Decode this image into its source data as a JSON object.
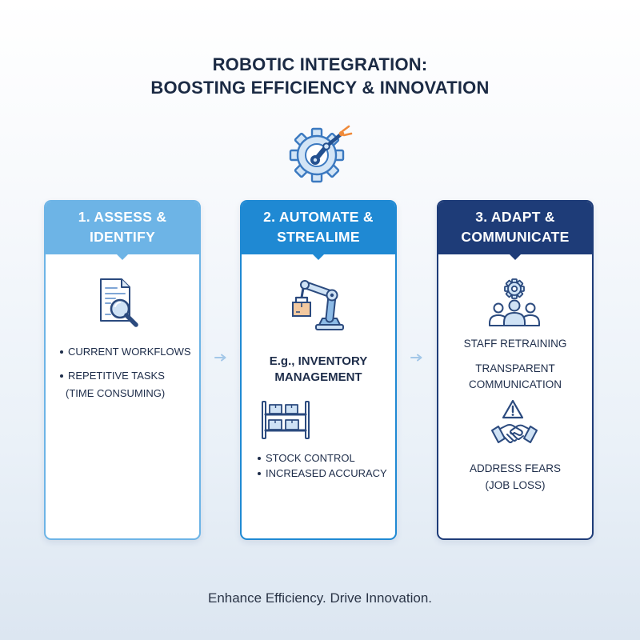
{
  "title": {
    "line1": "ROBOTIC INTEGRATION:",
    "line2": "BOOSTING EFFICIENCY & INNOVATION"
  },
  "hero": {
    "icon": "gear-robot-arm-icon"
  },
  "colors": {
    "title_text": "#1b2a44",
    "body_text": "#1e2d4a",
    "footer_text": "#2a3446",
    "step1": "#6db4e6",
    "step2": "#1f89d3",
    "step3": "#1e3c78",
    "accent_orange": "#ef8a3a",
    "arrow": "#a3c7e8"
  },
  "steps": [
    {
      "header": [
        "1. ASSESS &",
        "IDENTIFY"
      ],
      "icon": "document-magnifier-icon",
      "bullets": [
        {
          "text": "CURRENT WORKFLOWS"
        },
        {
          "text": "REPETITIVE TASKS",
          "continuation": "(TIME CONSUMING)"
        }
      ]
    },
    {
      "header": [
        "2. AUTOMATE &",
        "STREALIME"
      ],
      "icon": "robot-arm-icon",
      "example": [
        "E.g., INVENTORY",
        "MANAGEMENT"
      ],
      "secondary_icon": "warehouse-shelves-icon",
      "bullets": [
        {
          "text": "STOCK CONTROL"
        },
        {
          "text": "INCREASED ACCURACY"
        }
      ]
    },
    {
      "header": [
        "3. ADAPT &",
        "COMMUNICATE"
      ],
      "icon": "team-gear-icon",
      "items": [
        {
          "lines": [
            "STAFF RETRAINING"
          ]
        },
        {
          "lines": [
            "TRANSPARENT",
            "COMMUNICATION"
          ]
        }
      ],
      "secondary_icon": "warning-handshake-icon",
      "note": [
        "ADDRESS FEARS",
        "(JOB LOSS)"
      ]
    }
  ],
  "connectors": [
    "right-arrow-icon",
    "right-arrow-icon"
  ],
  "footer": "Enhance Efficiency. Drive Innovation."
}
